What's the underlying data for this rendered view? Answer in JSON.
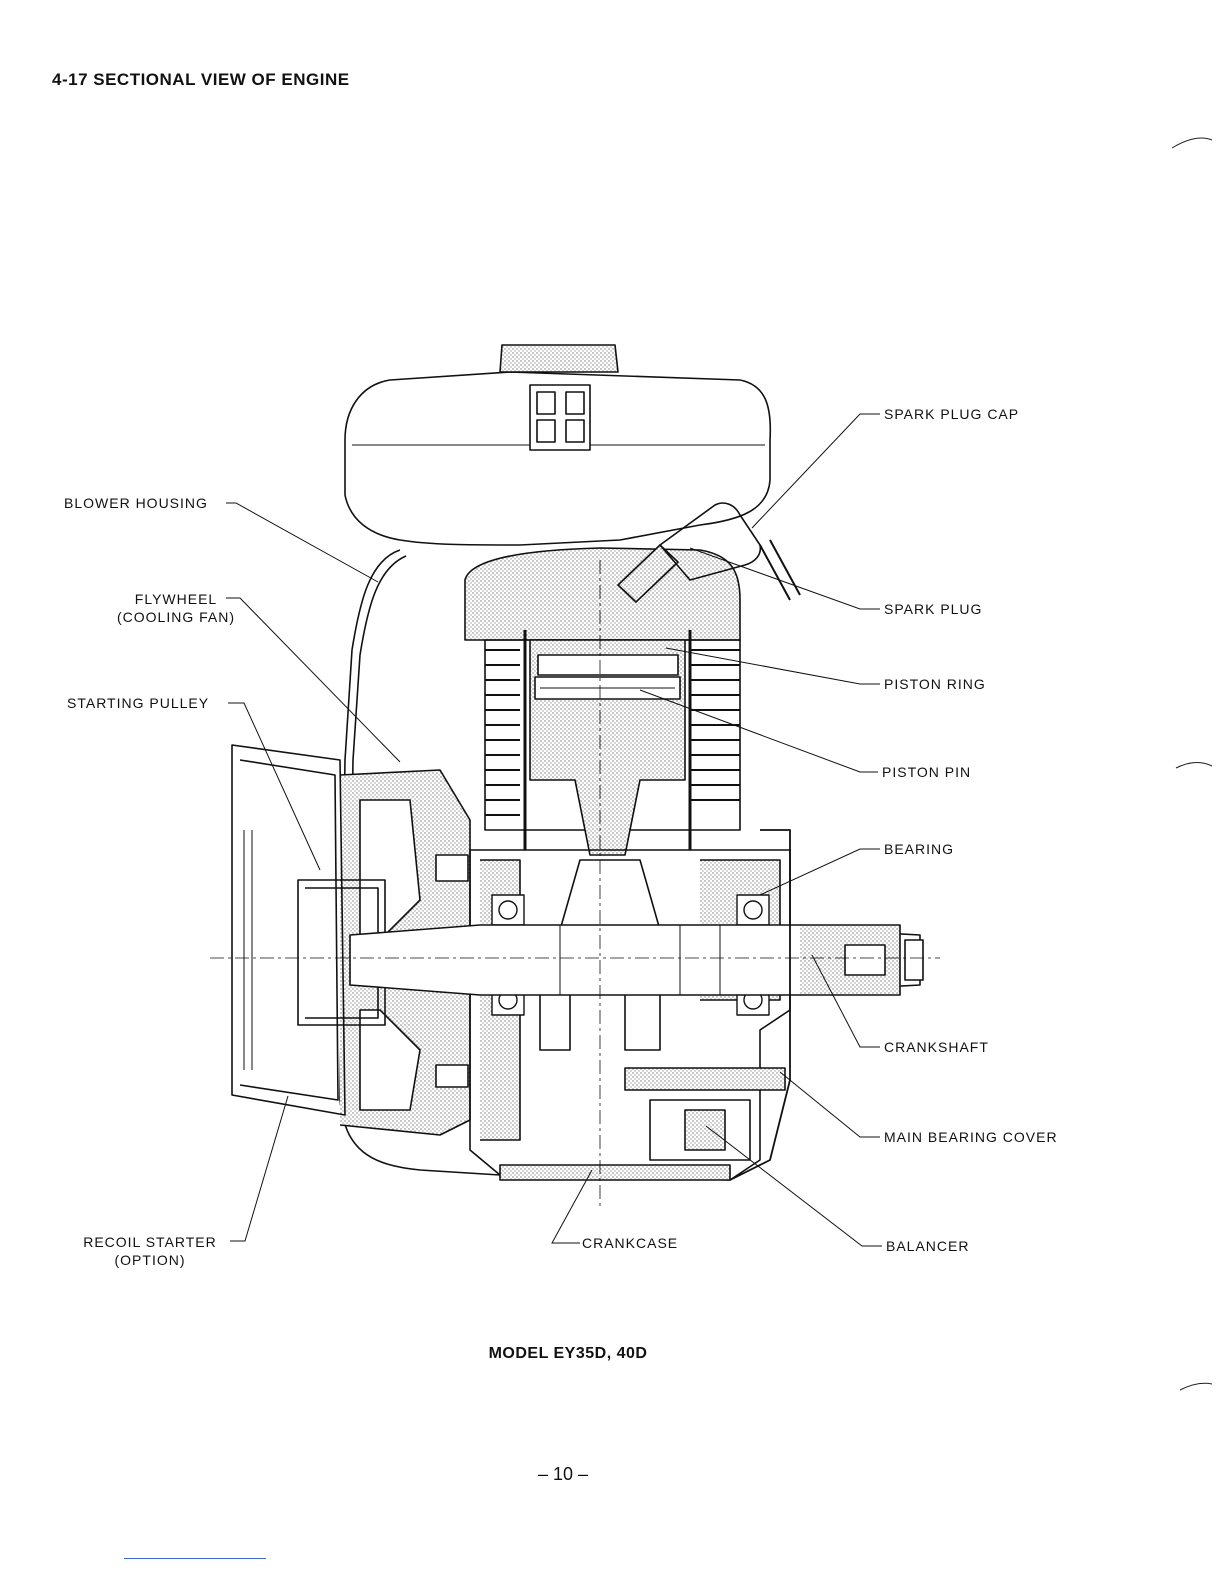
{
  "page": {
    "heading": "4-17  SECTIONAL VIEW OF ENGINE",
    "caption": "MODEL EY35D, 40D",
    "page_number": "– 10 –"
  },
  "labels": {
    "spark_plug_cap": "SPARK PLUG CAP",
    "blower_housing": "BLOWER HOUSING",
    "spark_plug": "SPARK PLUG",
    "flywheel_line1": "FLYWHEEL",
    "flywheel_line2": "(COOLING FAN)",
    "piston_ring": "PISTON RING",
    "starting_pulley": "STARTING PULLEY",
    "piston_pin": "PISTON PIN",
    "bearing": "BEARING",
    "crankshaft": "CRANKSHAFT",
    "main_bearing_cover": "MAIN BEARING COVER",
    "recoil_starter_line1": "RECOIL STARTER",
    "recoil_starter_line2": "(OPTION)",
    "crankcase": "CRANKCASE",
    "balancer": "BALANCER"
  }
}
